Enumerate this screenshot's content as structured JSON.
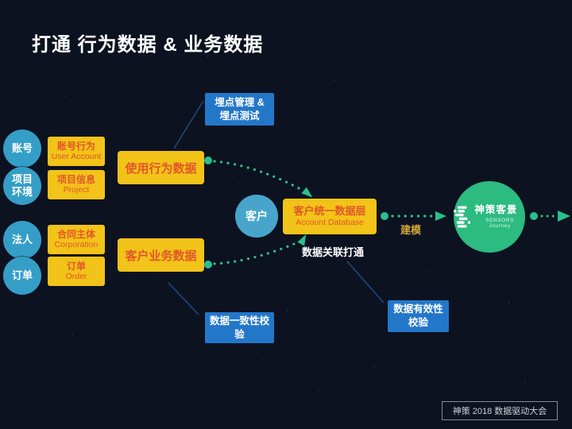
{
  "title": "打通 行为数据 & 业务数据",
  "footer": "神策 2018 数据驱动大会",
  "left_groups": [
    {
      "circle_label": "账号",
      "box_line1": "账号行为",
      "box_line2": "User Account"
    },
    {
      "circle_label": "项目环境",
      "box_line1": "项目信息",
      "box_line2": "Project"
    },
    {
      "circle_label": "法人",
      "box_line1": "合同主体",
      "box_line2": "Corporation"
    },
    {
      "circle_label": "订单",
      "box_line1": "订单",
      "box_line2": "Order"
    }
  ],
  "flow": {
    "behavior_box": "使用行为数据",
    "business_box": "客户业务数据",
    "customer_circle": "客户",
    "data_layer_title": "客户统一数据层",
    "data_layer_subtitle": "Account Database",
    "modeling_label": "建模",
    "linking_label": "数据关联打通"
  },
  "callout_boxes": {
    "tracking": "埋点管理 &\n埋点测试",
    "consistency": "数据一致性校\n验",
    "validity": "数据有效性\n校验"
  },
  "brand": {
    "name": "神策客景",
    "subtitle": "SENSORS Journey"
  },
  "colors": {
    "background": "#0D1220",
    "yellow_box": "#F2C318",
    "orange_text": "#E1562B",
    "blue_box": "#2377C9",
    "teal_circle": "#359EC7",
    "green_connector": "#29C08D",
    "brand_green": "#2CBB80"
  }
}
